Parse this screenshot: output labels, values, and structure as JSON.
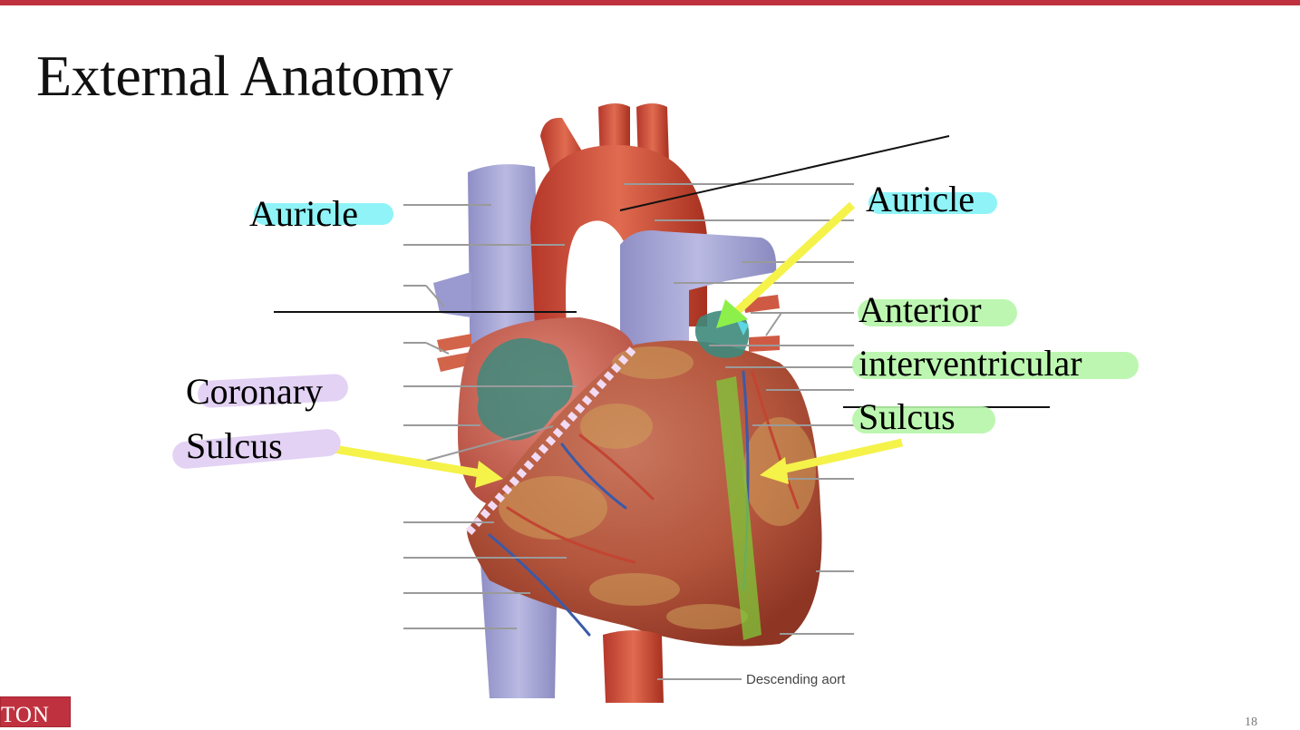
{
  "slide": {
    "title": "External Anatomy",
    "page_number": "18",
    "logo_text": "TON",
    "accent_color": "#c0313f"
  },
  "figure": {
    "caption_labels": [
      "Descending aort"
    ],
    "annotations": [
      {
        "text": "Auricle",
        "highlight": "#8ff3f7",
        "position": "left-top"
      },
      {
        "text": "Auricle",
        "highlight": "#8ff3f7",
        "position": "right-top"
      },
      {
        "text": "Anterior",
        "highlight": "#9ff08f",
        "position": "right-middle"
      },
      {
        "text": "interventricular",
        "highlight": "#9ff08f",
        "position": "right-middle"
      },
      {
        "text": "Sulcus",
        "highlight": "#9ff08f",
        "position": "right-middle"
      },
      {
        "text": "Coronary",
        "highlight": "#dcc8f0",
        "position": "left-bottom"
      },
      {
        "text": "Sulcus",
        "highlight": "#dcc8f0",
        "position": "left-bottom"
      }
    ],
    "arrow_color": "#f5f24a",
    "sulcus_dash_color": "#f2dbf5",
    "interventricular_highlight": "#7fc93a"
  }
}
